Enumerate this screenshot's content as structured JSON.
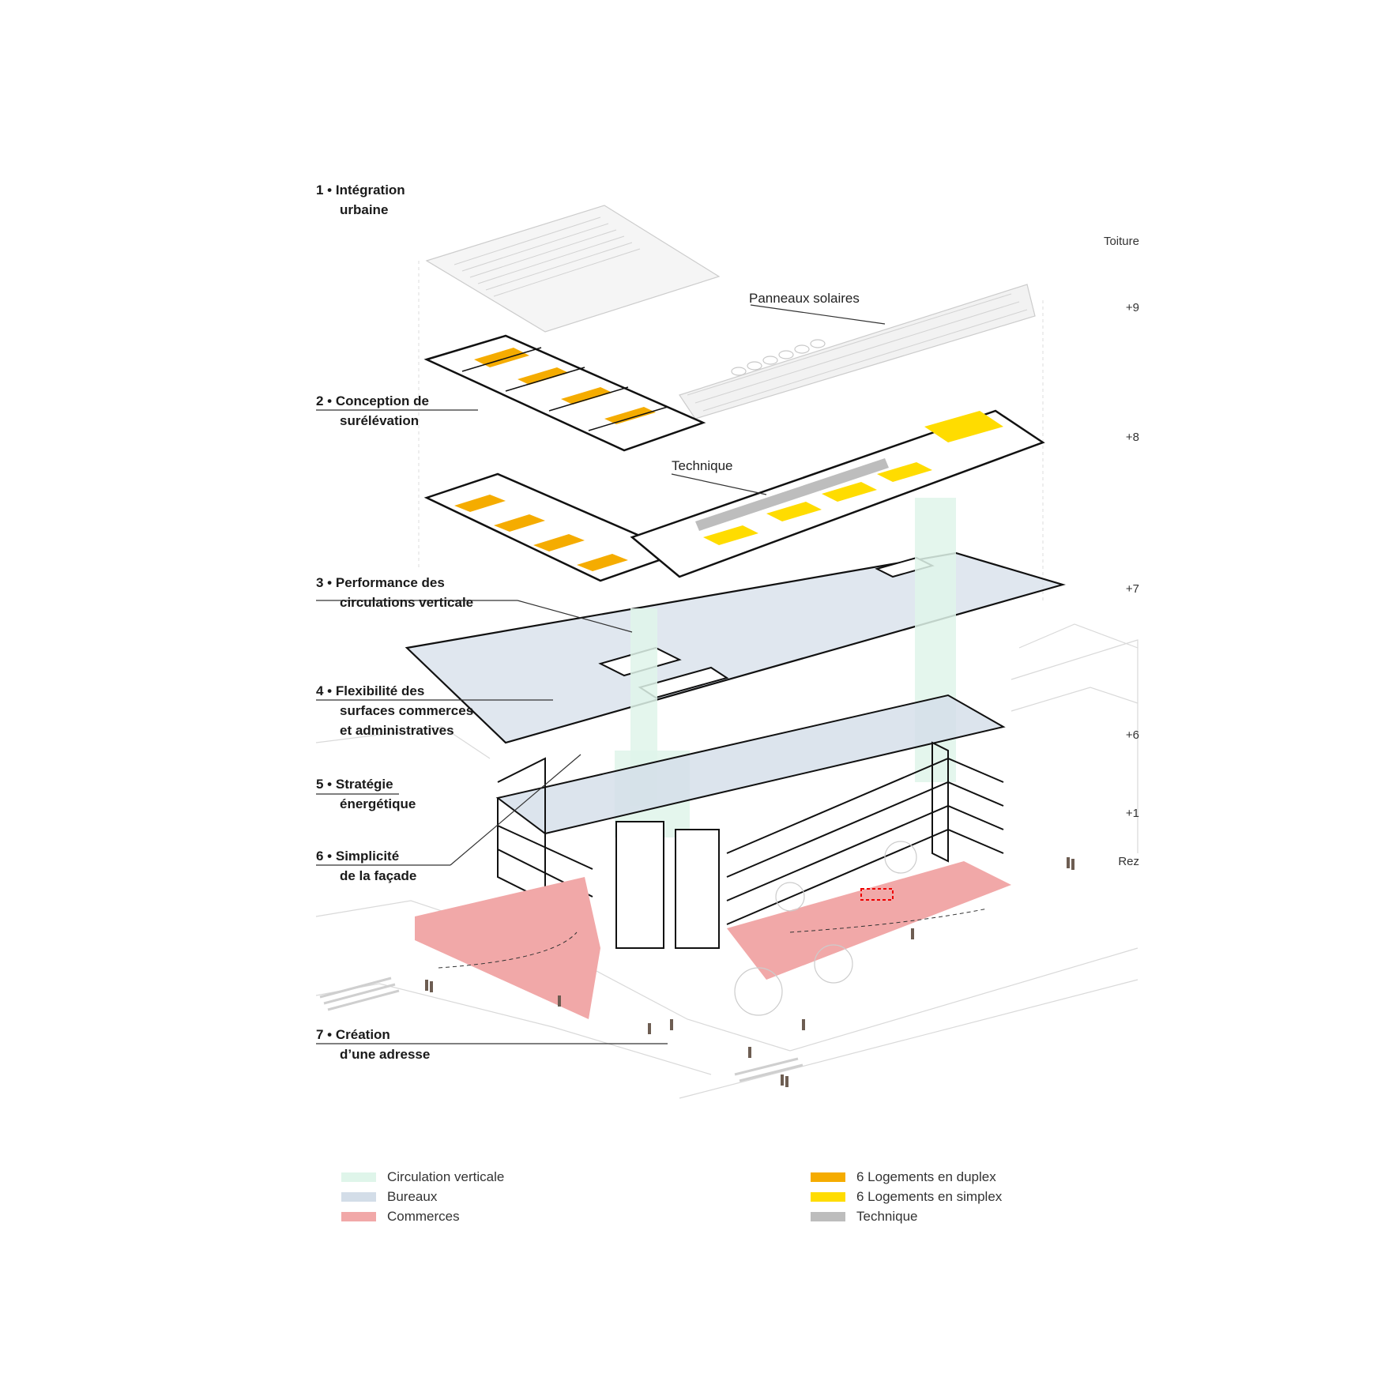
{
  "callouts": [
    {
      "line1": "1 • Intégration",
      "line2": "urbaine"
    },
    {
      "line1": "2 • Conception de",
      "line2": "surélévation"
    },
    {
      "line1": "3 • Performance des",
      "line2": "circulations verticale"
    },
    {
      "line1": "4 • Flexibilité des",
      "line2": "surfaces commerces",
      "line3": "et administratives"
    },
    {
      "line1": "5 • Stratégie",
      "line2": "énergétique"
    },
    {
      "line1": "6 • Simplicité",
      "line2": "de la façade"
    },
    {
      "line1": "7 • Création",
      "line2": "d’une adresse"
    }
  ],
  "levels": [
    "Toiture",
    "+9",
    "+8",
    "+7",
    "+6",
    "+1",
    "Rez"
  ],
  "annotations": {
    "solar": "Panneaux solaires",
    "technique": "Technique"
  },
  "legend": [
    {
      "label": "Circulation verticale",
      "color": "#dff5ea"
    },
    {
      "label": "Bureaux",
      "color": "#d3dde8"
    },
    {
      "label": "Commerces",
      "color": "#f1a8a8"
    },
    {
      "label": "6 Logements en duplex",
      "color": "#f5ac00"
    },
    {
      "label": "6 Logements en simplex",
      "color": "#ffdc00"
    },
    {
      "label": "Technique",
      "color": "#bdbdbd"
    }
  ]
}
